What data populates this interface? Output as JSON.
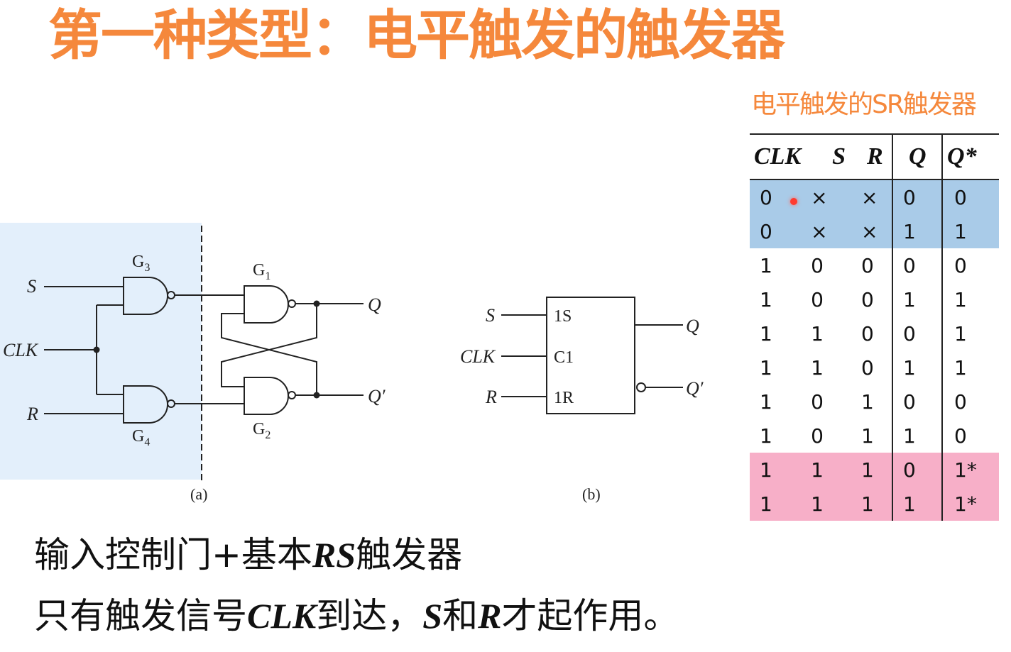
{
  "title": "第一种类型：电平触发的触发器",
  "table_title": "电平触发的SR触发器",
  "table": {
    "headers": [
      "CLK",
      "S",
      "R",
      "Q",
      "Q*"
    ],
    "rows": [
      {
        "cells": [
          "0",
          "×",
          "×",
          "0",
          "0"
        ],
        "highlight": "blue"
      },
      {
        "cells": [
          "0",
          "×",
          "×",
          "1",
          "1"
        ],
        "highlight": "blue"
      },
      {
        "cells": [
          "1",
          "0",
          "0",
          "0",
          "0"
        ],
        "highlight": "none"
      },
      {
        "cells": [
          "1",
          "0",
          "0",
          "1",
          "1"
        ],
        "highlight": "none"
      },
      {
        "cells": [
          "1",
          "1",
          "0",
          "0",
          "1"
        ],
        "highlight": "none"
      },
      {
        "cells": [
          "1",
          "1",
          "0",
          "1",
          "1"
        ],
        "highlight": "none"
      },
      {
        "cells": [
          "1",
          "0",
          "1",
          "0",
          "0"
        ],
        "highlight": "none"
      },
      {
        "cells": [
          "1",
          "0",
          "1",
          "1",
          "0"
        ],
        "highlight": "none"
      },
      {
        "cells": [
          "1",
          "1",
          "1",
          "0",
          "1*"
        ],
        "highlight": "pink"
      },
      {
        "cells": [
          "1",
          "1",
          "1",
          "1",
          "1*"
        ],
        "highlight": "pink"
      }
    ]
  },
  "circuit_a": {
    "inputs": {
      "s": "S",
      "clk": "CLK",
      "r": "R"
    },
    "gates": {
      "g3_main": "G",
      "g3_sub": "3",
      "g4_main": "G",
      "g4_sub": "4",
      "g1_main": "G",
      "g1_sub": "1",
      "g2_main": "G",
      "g2_sub": "2"
    },
    "outputs": {
      "q": "Q",
      "qn": "Q′"
    },
    "caption": "(a)"
  },
  "circuit_b": {
    "inputs": {
      "s": "S",
      "clk": "CLK",
      "r": "R"
    },
    "pins": {
      "s": "1S",
      "c": "C1",
      "r": "1R"
    },
    "outputs": {
      "q": "Q",
      "qn": "Q′"
    },
    "caption": "(b)"
  },
  "body": {
    "line1_part1": "输入控制门+基本",
    "line1_em": "RS",
    "line1_part2": "触发器",
    "line2_part1": "只有触发信号",
    "line2_em1": "CLK",
    "line2_part2": "到达，",
    "line2_em2": "S",
    "line2_part3": "和",
    "line2_em3": "R",
    "line2_part4": "才起作用。"
  },
  "colors": {
    "title": "#F5883C",
    "row_blue": "#A9CBE8",
    "row_pink": "#F7AFC8",
    "panel_blue": "#E3EFFB"
  }
}
